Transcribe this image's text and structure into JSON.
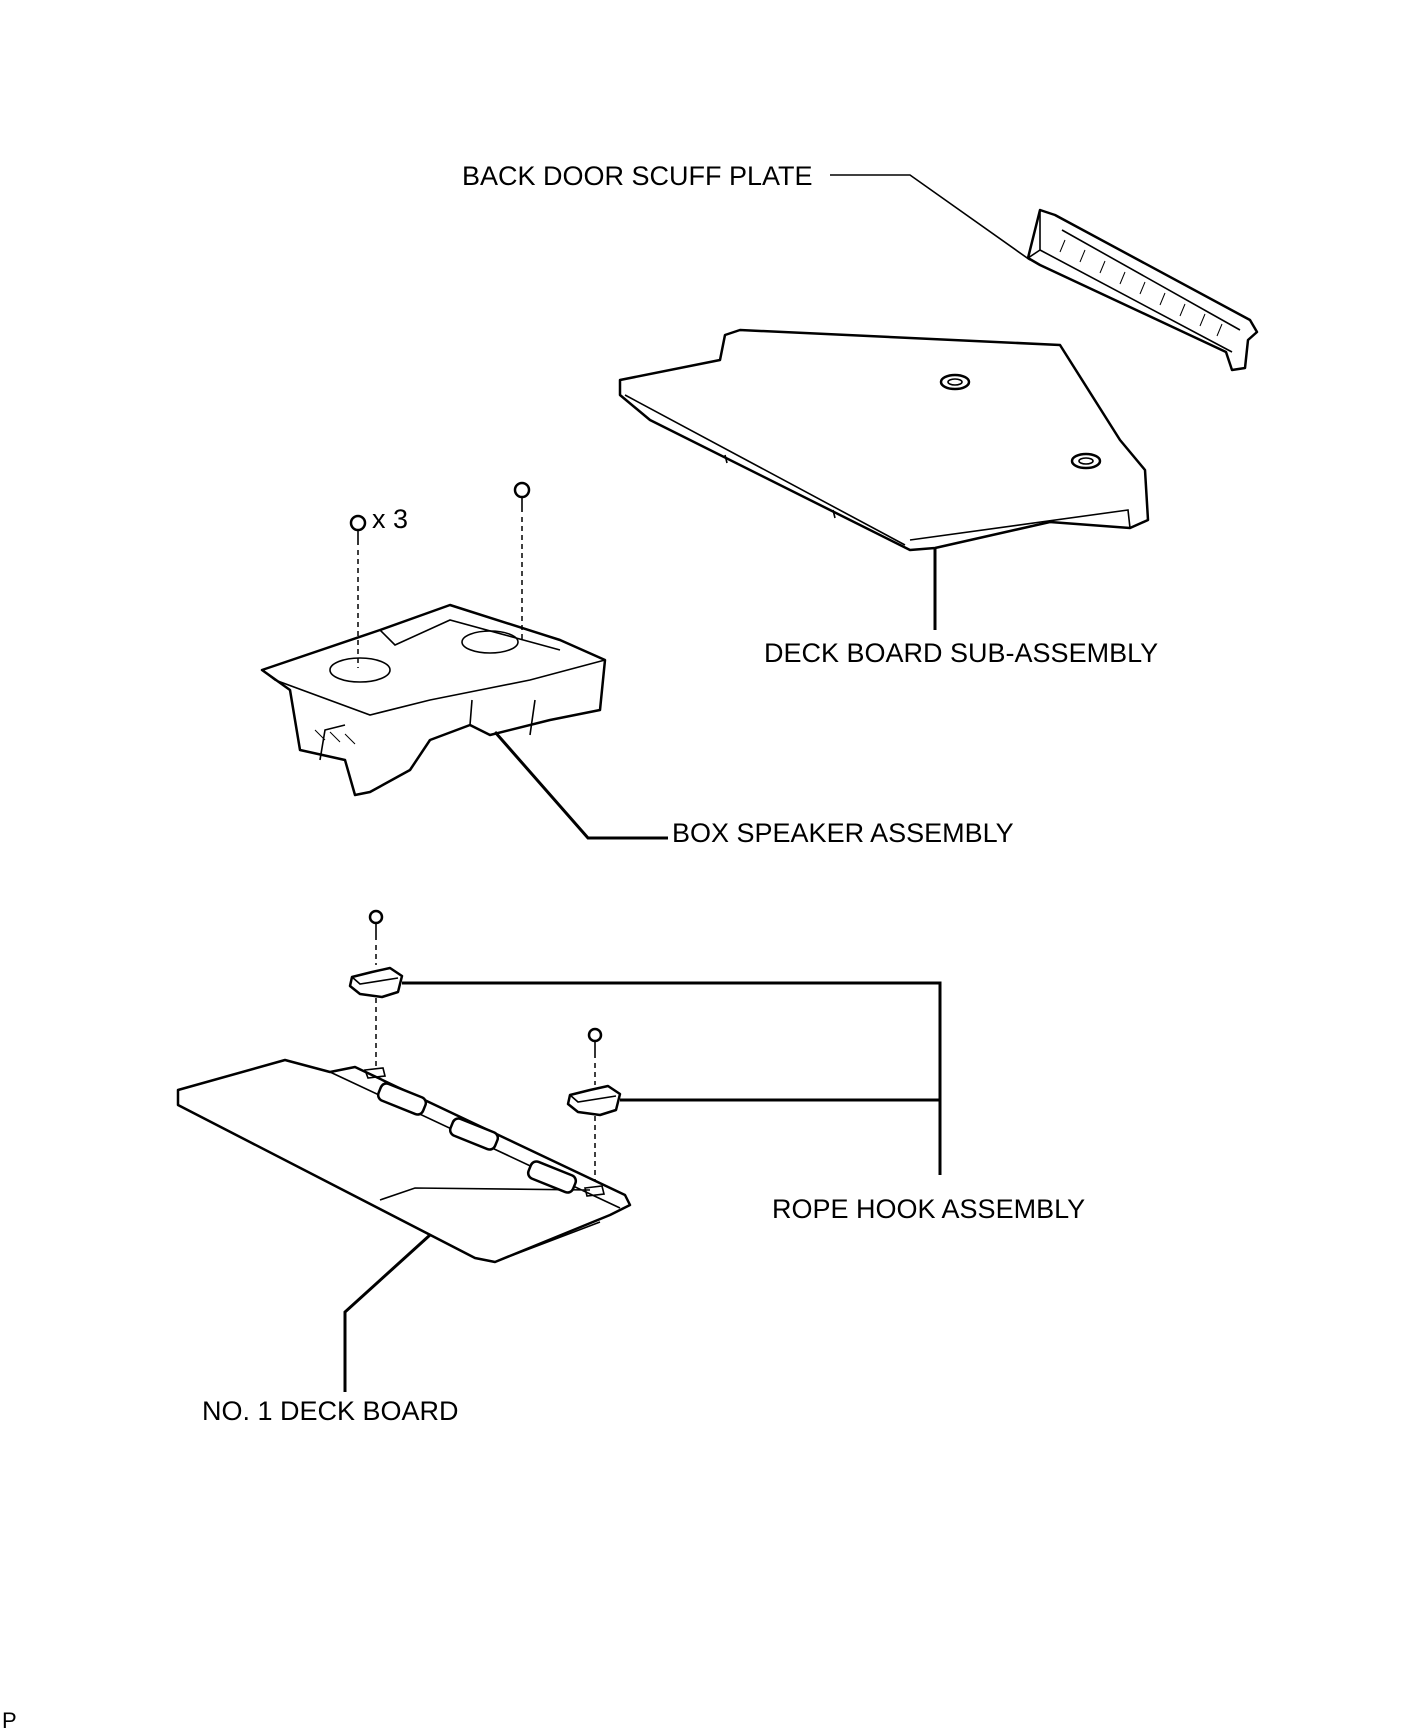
{
  "labels": {
    "back_door_scuff_plate": "BACK DOOR SCUFF PLATE",
    "deck_board_sub_assembly": "DECK BOARD SUB-ASSEMBLY",
    "box_speaker_assembly": "BOX SPEAKER ASSEMBLY",
    "rope_hook_assembly": "ROPE HOOK ASSEMBLY",
    "no1_deck_board": "NO. 1 DECK BOARD"
  },
  "quantity_note": "x 3",
  "corner_code": "P"
}
